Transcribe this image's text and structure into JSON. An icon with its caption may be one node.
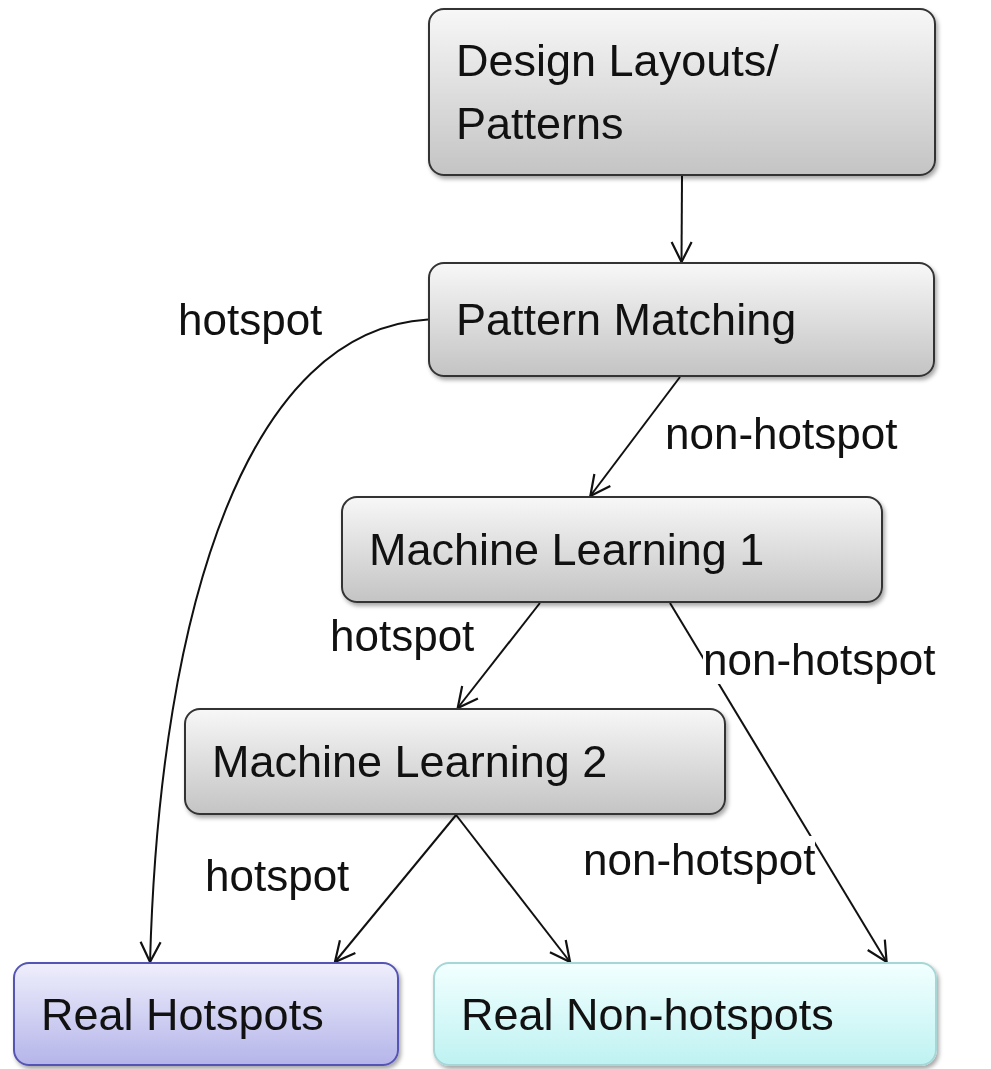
{
  "diagram": {
    "nodes": [
      {
        "text": [
          "Design Layouts/ Patterns"
        ]
      },
      {
        "text": [
          "Pattern Matching"
        ]
      },
      {
        "text": [
          "Machine Learning 1"
        ]
      },
      {
        "text": [
          "Machine Learning 2"
        ]
      },
      {
        "text": [
          "Real Hotspots"
        ]
      },
      {
        "text": [
          "Real Non-hotspots"
        ]
      }
    ],
    "edges": [
      {
        "from": 0,
        "to": 1,
        "arrow": "to"
      },
      {
        "from": 1,
        "to": 4,
        "arrow": "to",
        "label": "hotspot"
      },
      {
        "from": 1,
        "to": 2,
        "arrow": "to",
        "label": "non-hotspot"
      },
      {
        "from": 2,
        "to": 3,
        "arrow": "to",
        "label": "hotspot"
      },
      {
        "from": 2,
        "to": 5,
        "arrow": "to",
        "label": "non-hotspot"
      },
      {
        "from": 3,
        "to": 4,
        "arrow": "to",
        "label": "hotspot"
      },
      {
        "from": 3,
        "to": 5,
        "arrow": "to",
        "label": "non-hotspot"
      }
    ]
  }
}
